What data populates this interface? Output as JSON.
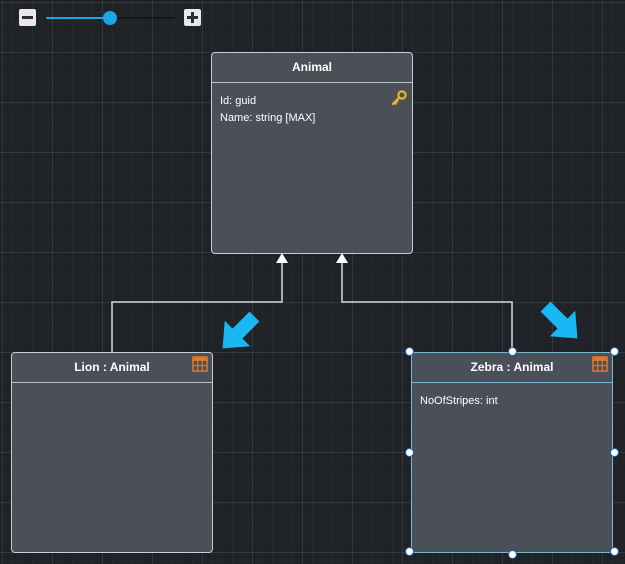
{
  "zoom": {
    "level": 0.5
  },
  "entities": {
    "animal": {
      "title": "Animal",
      "fields": [
        "Id: guid",
        "Name: string [MAX]"
      ],
      "icon": "key-icon"
    },
    "lion": {
      "title": "Lion : Animal",
      "fields": [],
      "icon": "table-icon"
    },
    "zebra": {
      "title": "Zebra : Animal",
      "fields": [
        "NoOfStripes: int"
      ],
      "icon": "table-icon",
      "selected": true
    }
  },
  "relations": [
    {
      "type": "inheritance",
      "from": "Lion : Animal",
      "to": "Animal"
    },
    {
      "type": "inheritance",
      "from": "Zebra : Animal",
      "to": "Animal"
    }
  ],
  "colors": {
    "canvas": "#1f2227",
    "entity_fill": "#4b4f58",
    "accent": "#1aa7e8",
    "arrow_highlight": "#19b8f5",
    "key_icon": "#e8b42e",
    "table_icon": "#d9772c"
  }
}
